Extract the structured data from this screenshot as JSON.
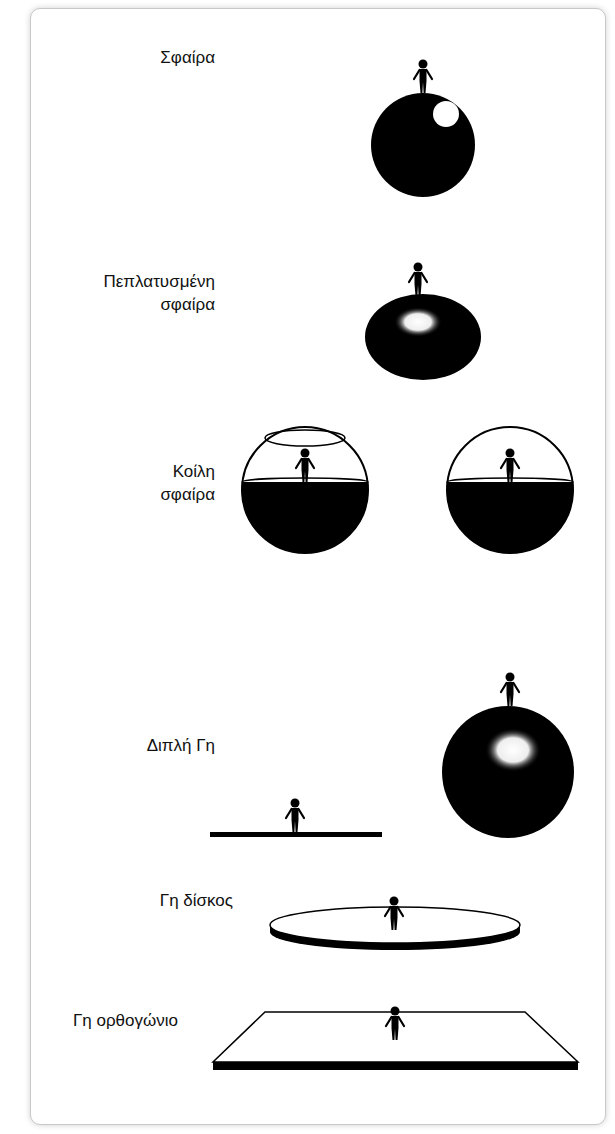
{
  "diagram": {
    "labels": [
      "Σφαίρα",
      "Πεπλατυσμένη σφαίρα",
      "Κοίλη σφαίρα",
      "Διπλή Γη",
      "Γη δίσκος",
      "Γη ορθογώνιο"
    ]
  }
}
